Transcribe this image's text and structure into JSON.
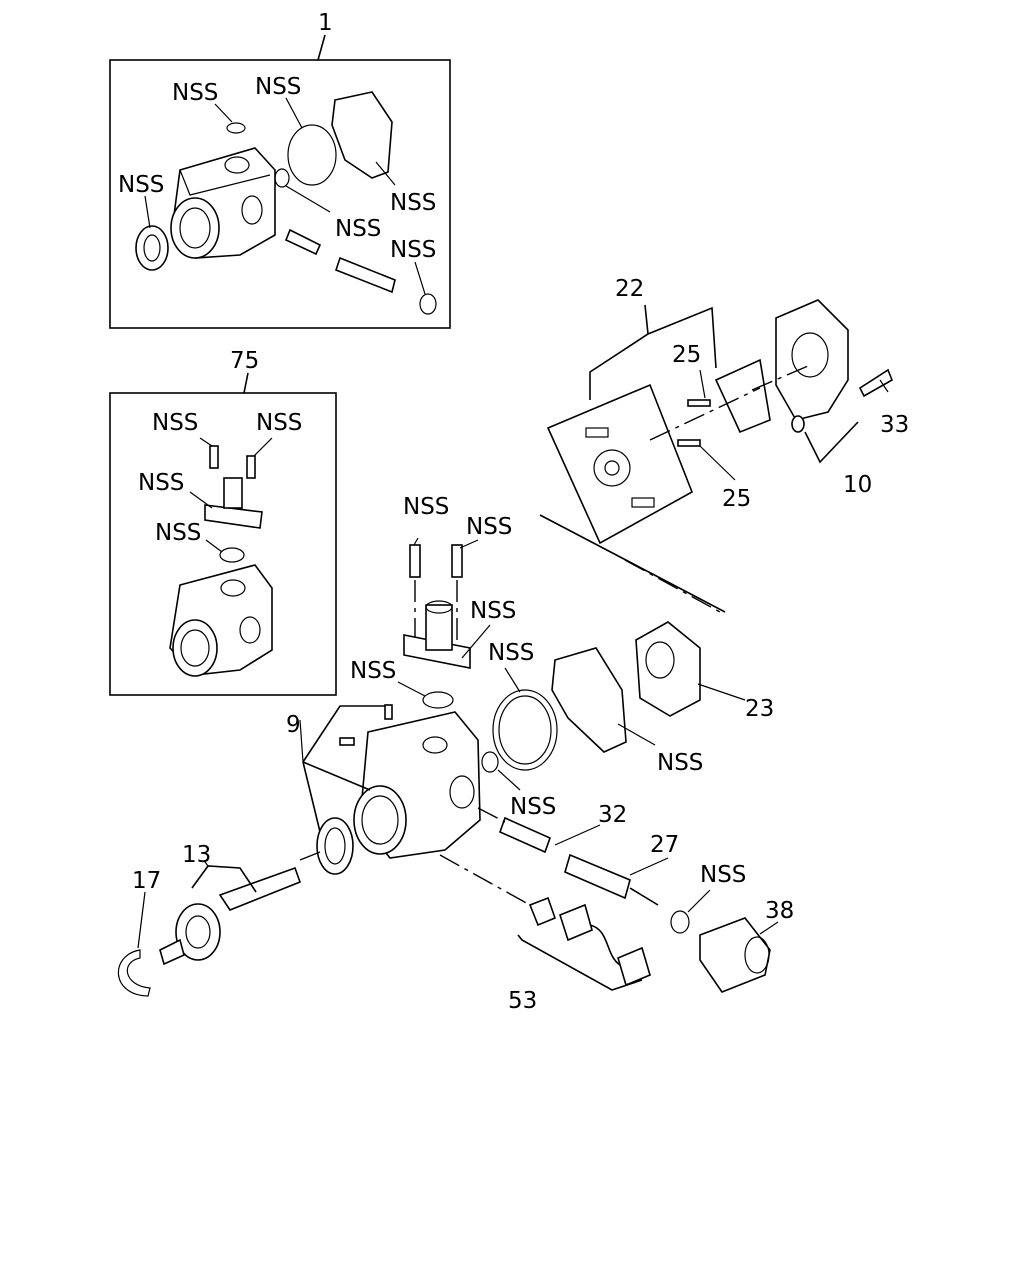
{
  "labels": {
    "p1": "1",
    "p75": "75",
    "p22": "22",
    "p25a": "25",
    "p25b": "25",
    "p33": "33",
    "p10": "10",
    "p9": "9",
    "p23": "23",
    "p32": "32",
    "p27": "27",
    "p13": "13",
    "p17": "17",
    "p38": "38",
    "p53": "53",
    "nss": "NSS"
  }
}
